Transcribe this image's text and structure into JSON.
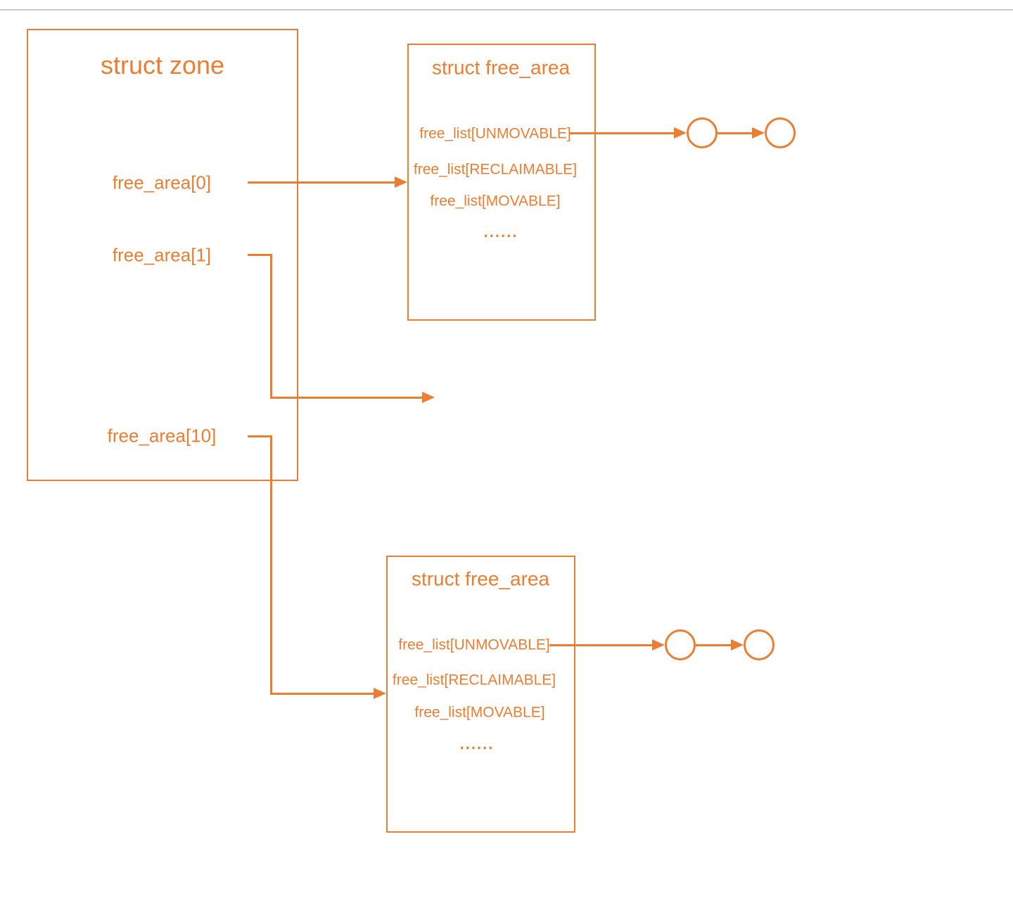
{
  "colors": {
    "accent": "#ED7D31",
    "divider": "#C9C9C9"
  },
  "zone": {
    "title": "struct zone",
    "fields": [
      {
        "label": "free_area[0]"
      },
      {
        "label": "free_area[1]"
      },
      {
        "label": "free_area[10]"
      }
    ]
  },
  "free_area_top": {
    "title": "struct free_area",
    "rows": [
      {
        "label": "free_list[UNMOVABLE]"
      },
      {
        "label": "free_list[RECLAIMABLE]"
      },
      {
        "label": "free_list[MOVABLE]"
      },
      {
        "label": "......"
      }
    ]
  },
  "free_area_bottom": {
    "title": "struct free_area",
    "rows": [
      {
        "label": "free_list[UNMOVABLE]"
      },
      {
        "label": "free_list[RECLAIMABLE]"
      },
      {
        "label": "free_list[MOVABLE]"
      },
      {
        "label": "......"
      }
    ]
  }
}
